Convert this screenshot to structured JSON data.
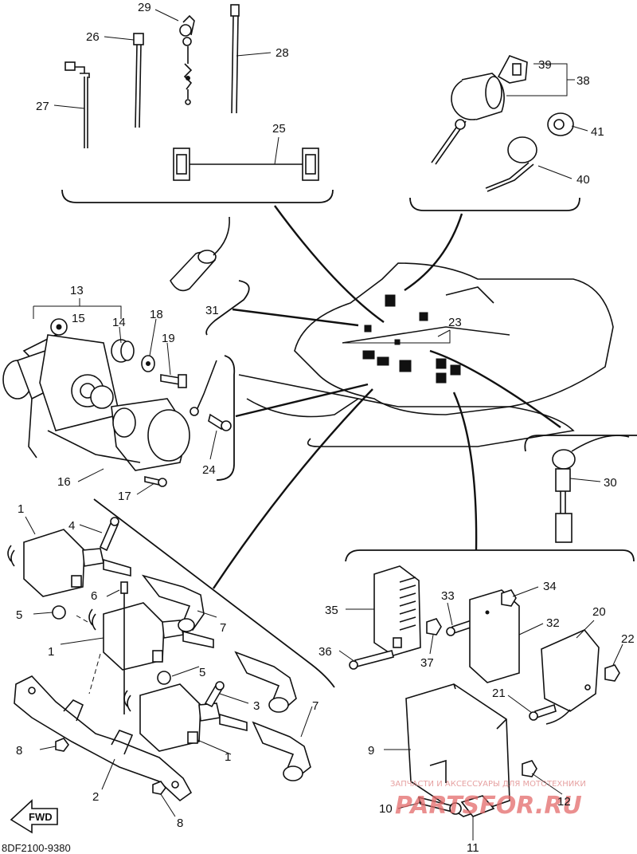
{
  "diagram_code": "8DF2100-9380",
  "fwd_label": "FWD",
  "watermark": {
    "tagline": "ЗАПЧАСТИ И АКСЕССУАРЫ ДЛЯ МОТОТЕХНИКИ",
    "brand": "PARTSFOR.RU"
  },
  "callouts": {
    "c1a": "1",
    "c1b": "1",
    "c1c": "1",
    "c2": "2",
    "c3": "3",
    "c4": "4",
    "c5a": "5",
    "c5b": "5",
    "c6": "6",
    "c7a": "7",
    "c7b": "7",
    "c8a": "8",
    "c8b": "8",
    "c9": "9",
    "c10": "10",
    "c11": "11",
    "c12": "12",
    "c13": "13",
    "c14": "14",
    "c15": "15",
    "c16": "16",
    "c17": "17",
    "c18": "18",
    "c19": "19",
    "c20": "20",
    "c21": "21",
    "c22": "22",
    "c23": "23",
    "c24": "24",
    "c25": "25",
    "c26": "26",
    "c27": "27",
    "c28": "28",
    "c29": "29",
    "c30": "30",
    "c31": "31",
    "c32": "32",
    "c33": "33",
    "c34": "34",
    "c35": "35",
    "c36": "36",
    "c37": "37",
    "c38": "38",
    "c39": "39",
    "c40": "40",
    "c41": "41"
  }
}
